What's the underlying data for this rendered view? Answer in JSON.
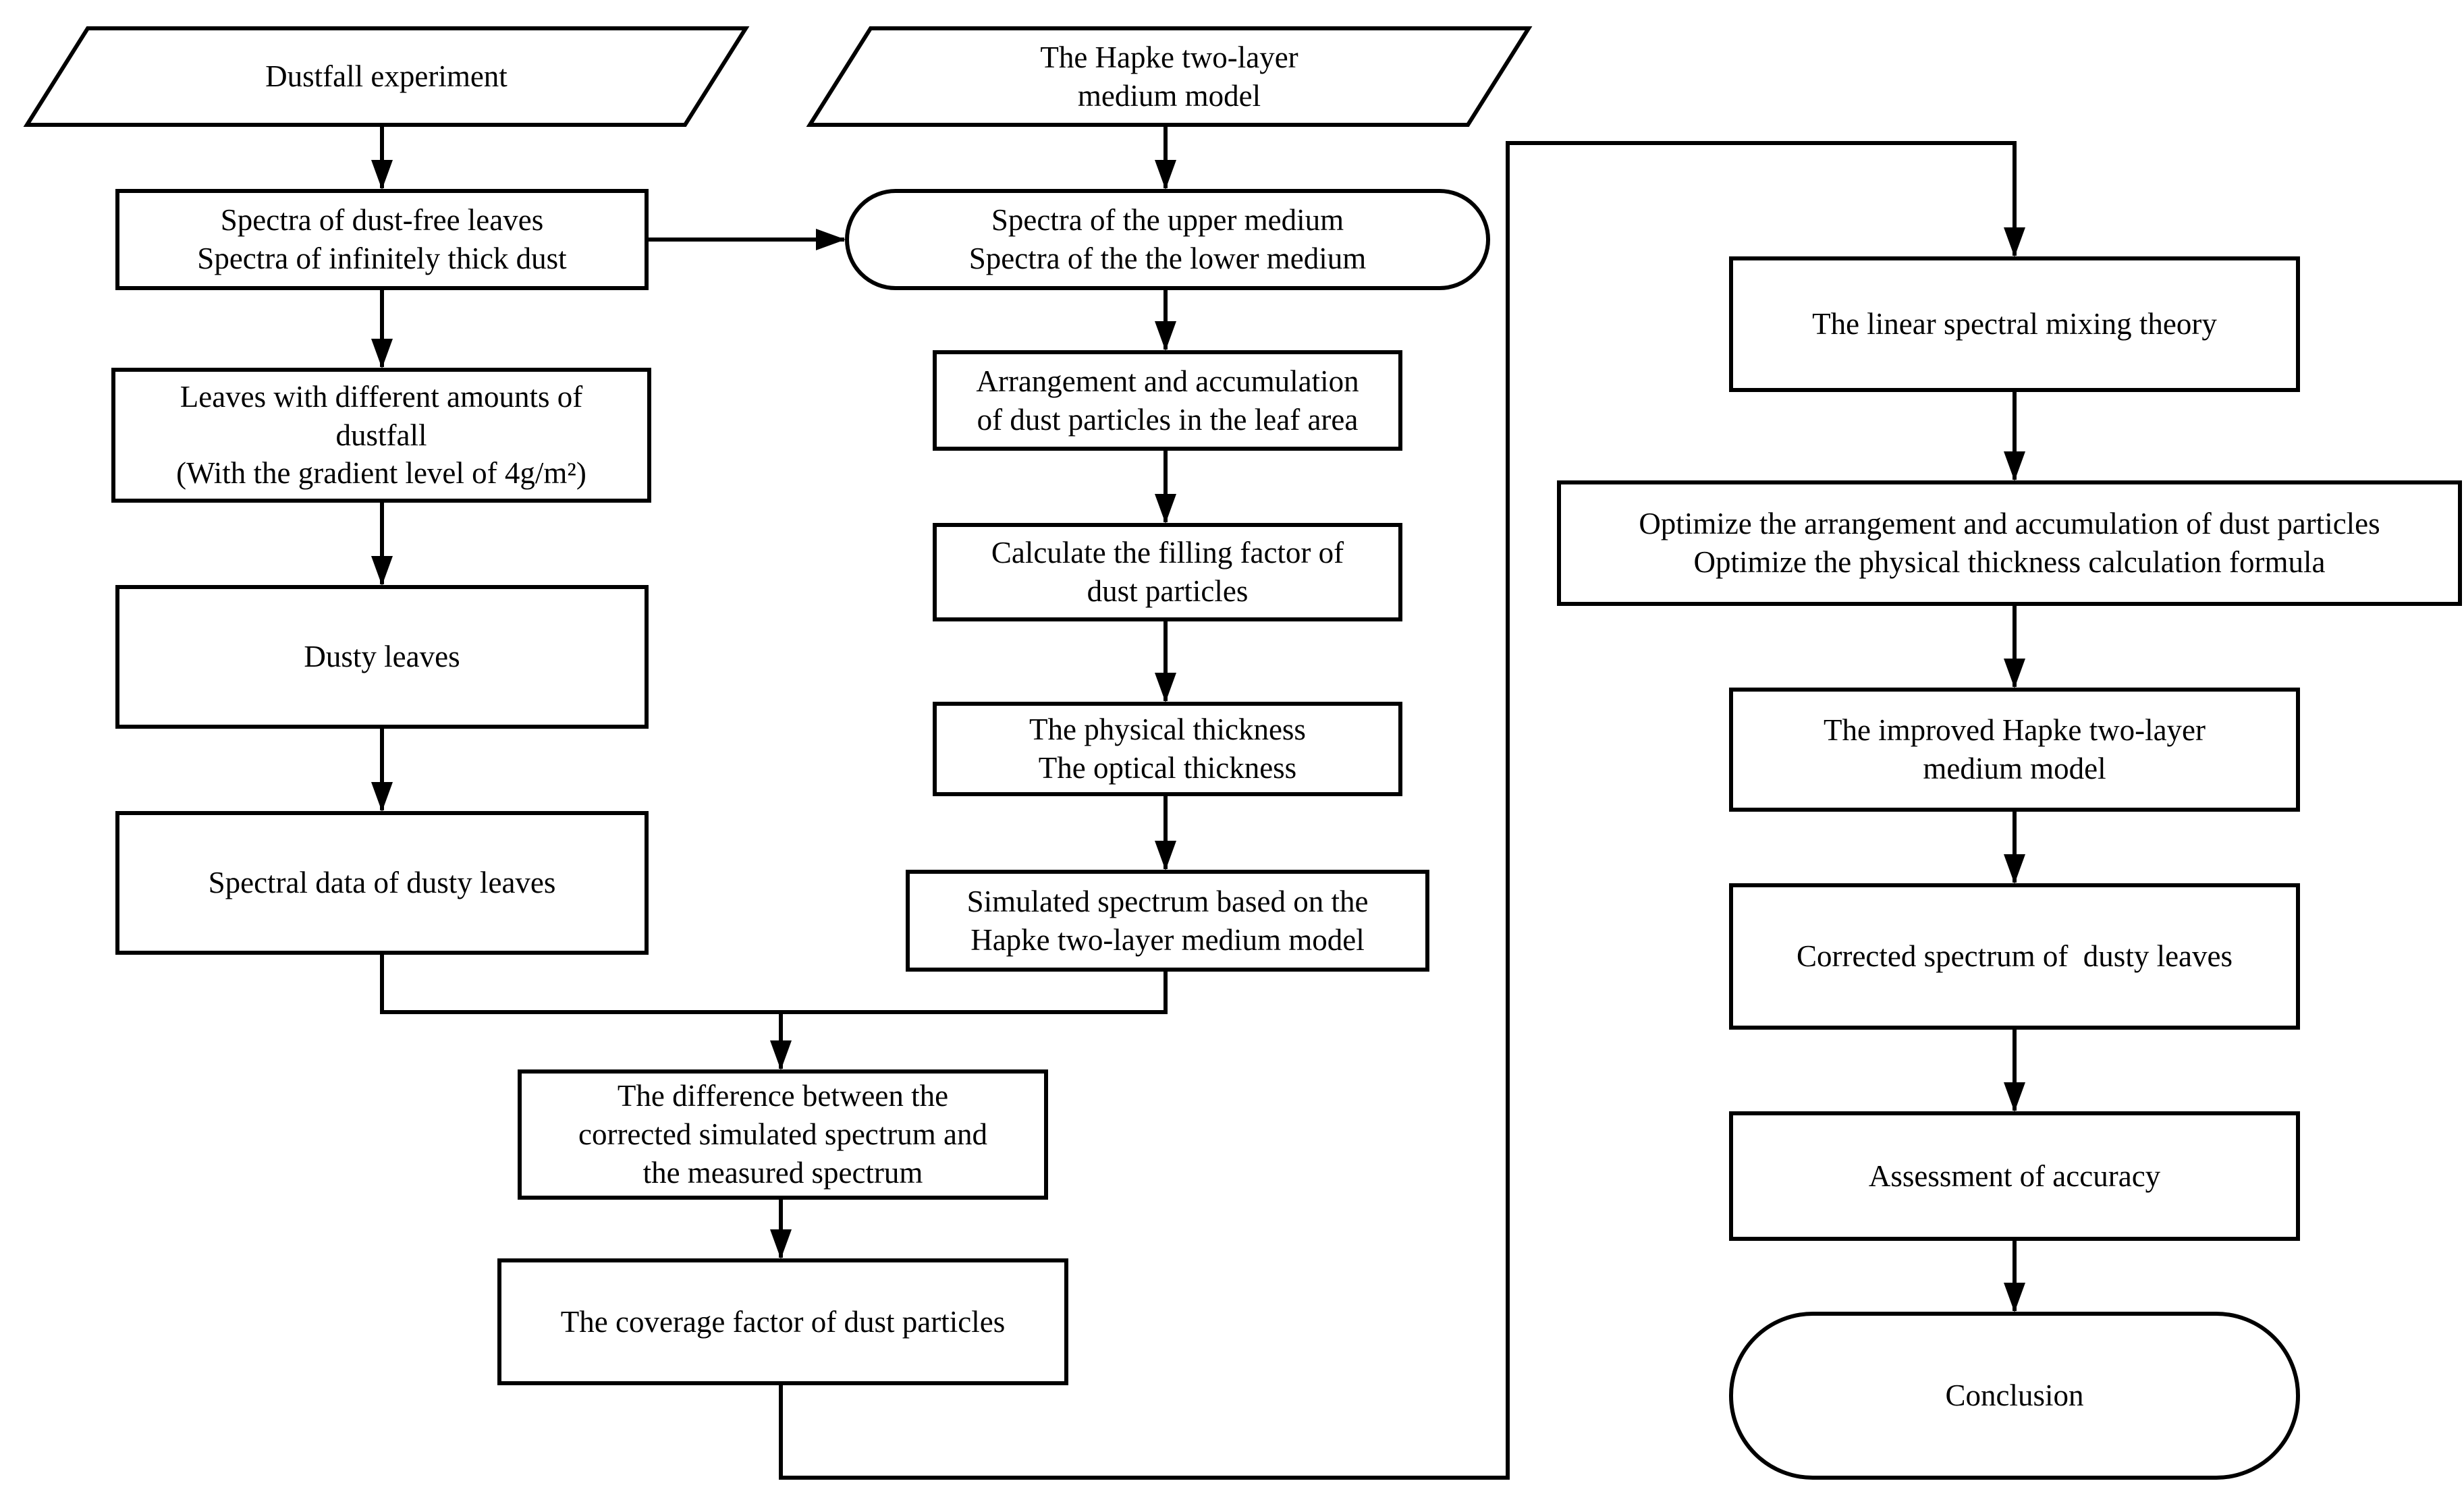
{
  "diagram": {
    "type": "flowchart",
    "colors": {
      "line": "#000000",
      "node_fill": "#ffffff",
      "background": "#ffffff",
      "text": "#000000"
    },
    "nodes": {
      "dustfall_experiment": {
        "shape": "parallelogram",
        "label": "Dustfall experiment"
      },
      "dust_free_spectra": {
        "shape": "rect",
        "label": "Spectra of dust-free leaves\nSpectra of infinitely thick dust"
      },
      "gradient_leaves": {
        "shape": "rect",
        "label": "Leaves with different amounts of\ndustfall\n(With the gradient level of 4g/m²)"
      },
      "dusty_leaves": {
        "shape": "rect",
        "label": "Dusty leaves"
      },
      "spectral_data": {
        "shape": "rect",
        "label": "Spectral data of dusty leaves"
      },
      "hapke_model": {
        "shape": "parallelogram",
        "label": "The Hapke two-layer\nmedium model"
      },
      "medium_spectra": {
        "shape": "stadium",
        "label": "Spectra of the upper medium\nSpectra of the the lower medium"
      },
      "arrangement": {
        "shape": "rect",
        "label": "Arrangement and accumulation\nof dust particles in the leaf area"
      },
      "filling_factor": {
        "shape": "rect",
        "label": "Calculate the filling factor of\ndust particles"
      },
      "thickness": {
        "shape": "rect",
        "label": "The physical thickness\nThe optical thickness"
      },
      "simulated_spectrum": {
        "shape": "rect",
        "label": "Simulated spectrum based on the\nHapke two-layer medium model"
      },
      "spectrum_difference": {
        "shape": "rect",
        "label": "The difference between the\ncorrected simulated spectrum and\nthe measured spectrum"
      },
      "coverage_factor": {
        "shape": "rect",
        "label": "The coverage factor of dust particles"
      },
      "linear_mixing": {
        "shape": "rect",
        "label": "The linear spectral mixing theory"
      },
      "optimize": {
        "shape": "rect",
        "label": "Optimize the arrangement and accumulation of dust particles\nOptimize the physical thickness calculation formula"
      },
      "improved_hapke": {
        "shape": "rect",
        "label": "The improved Hapke two-layer\nmedium model"
      },
      "corrected_spectrum": {
        "shape": "rect",
        "label": "Corrected spectrum of  dusty leaves"
      },
      "assessment": {
        "shape": "rect",
        "label": "Assessment of accuracy"
      },
      "conclusion": {
        "shape": "stadium",
        "label": "Conclusion"
      }
    },
    "edges": [
      "dustfall_experiment -> dust_free_spectra",
      "dust_free_spectra -> gradient_leaves",
      "gradient_leaves -> dusty_leaves",
      "dusty_leaves -> spectral_data",
      "dust_free_spectra -> medium_spectra",
      "hapke_model -> medium_spectra",
      "medium_spectra -> arrangement",
      "arrangement -> filling_factor",
      "filling_factor -> thickness",
      "thickness -> simulated_spectrum",
      "spectral_data + simulated_spectrum -> spectrum_difference",
      "spectrum_difference -> coverage_factor",
      "coverage_factor -> linear_mixing",
      "linear_mixing -> optimize",
      "optimize -> improved_hapke",
      "improved_hapke -> corrected_spectrum",
      "corrected_spectrum -> assessment",
      "assessment -> conclusion"
    ]
  }
}
